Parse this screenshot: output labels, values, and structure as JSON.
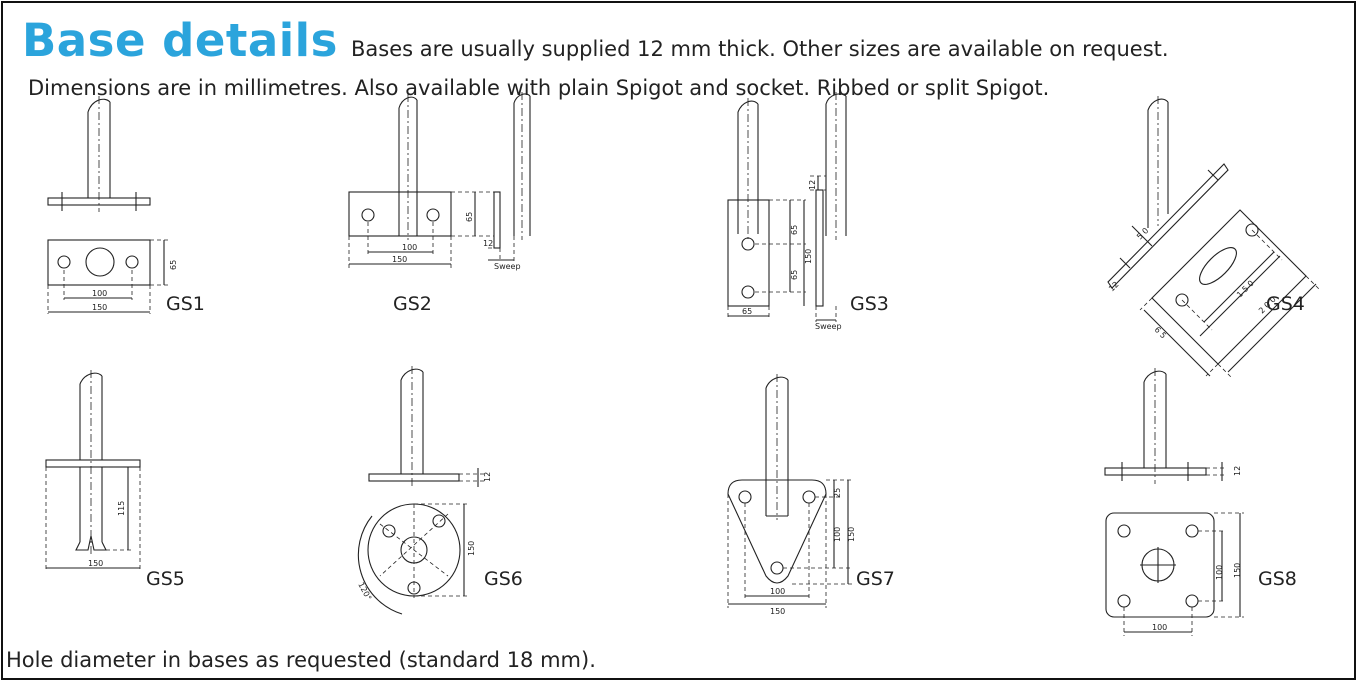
{
  "header": {
    "title": "Base details",
    "intro_line1": "Bases are usually supplied 12 mm thick. Other sizes are available on request.",
    "intro_line2": "Dimensions are in millimetres. Also available with plain Spigot and socket. Ribbed or split Spigot."
  },
  "footer": {
    "note": "Hole diameter in bases as requested (standard 18 mm)."
  },
  "colors": {
    "title": "#2ba4dc",
    "line": "#222222",
    "border": "#111111"
  },
  "diagrams": {
    "gs1": {
      "label": "GS1",
      "dims": {
        "hole_spacing": "100",
        "width": "150",
        "height": "65"
      }
    },
    "gs2": {
      "label": "GS2",
      "dims": {
        "hole_spacing": "100",
        "width": "150",
        "height": "65",
        "thickness": "12",
        "sweep": "Sweep"
      }
    },
    "gs3": {
      "label": "GS3",
      "dims": {
        "width": "65",
        "upper": "65",
        "lower": "65",
        "height": "150",
        "thickness": "12",
        "sweep": "Sweep"
      }
    },
    "gs4": {
      "label": "GS4",
      "dims": {
        "spigot_offset": "5 0",
        "thickness": "12",
        "hole_spacing": "1 5 0",
        "length": "2 0 0",
        "width": "6 5"
      }
    },
    "gs5": {
      "label": "GS5",
      "dims": {
        "depth": "115",
        "width": "150"
      }
    },
    "gs6": {
      "label": "GS6",
      "dims": {
        "thickness": "12",
        "diameter": "150",
        "angle": "120°"
      }
    },
    "gs7": {
      "label": "GS7",
      "dims": {
        "top": "25",
        "height_inner": "100",
        "height": "150",
        "hole_spacing": "100",
        "width": "150"
      }
    },
    "gs8": {
      "label": "GS8",
      "dims": {
        "thickness": "12",
        "hole_spacing_v": "100",
        "height": "150",
        "hole_spacing_h": "100"
      }
    }
  }
}
